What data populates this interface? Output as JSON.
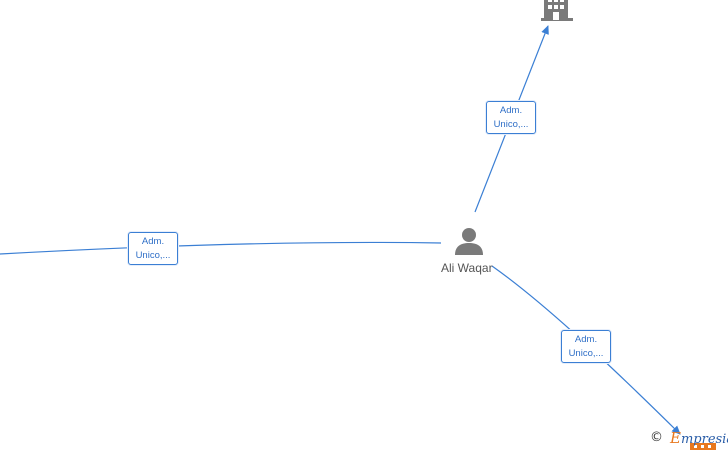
{
  "graph": {
    "person": {
      "name": "Ali Waqar",
      "icon": "person-icon"
    },
    "company_node": {
      "icon": "building-icon"
    },
    "edges": [
      {
        "label_line1": "Adm.",
        "label_line2": "Unico,..."
      },
      {
        "label_line1": "Adm.",
        "label_line2": "Unico,..."
      },
      {
        "label_line1": "Adm.",
        "label_line2": "Unico,..."
      }
    ],
    "colors": {
      "edge": "#3b7fd4",
      "node_icon": "#7a7a7a",
      "label_text": "#2f6fc7"
    }
  },
  "watermark": {
    "copyright_symbol": "©",
    "brand_first": "E",
    "brand_rest": "mpresia",
    "brand_color": "#e8781e"
  }
}
